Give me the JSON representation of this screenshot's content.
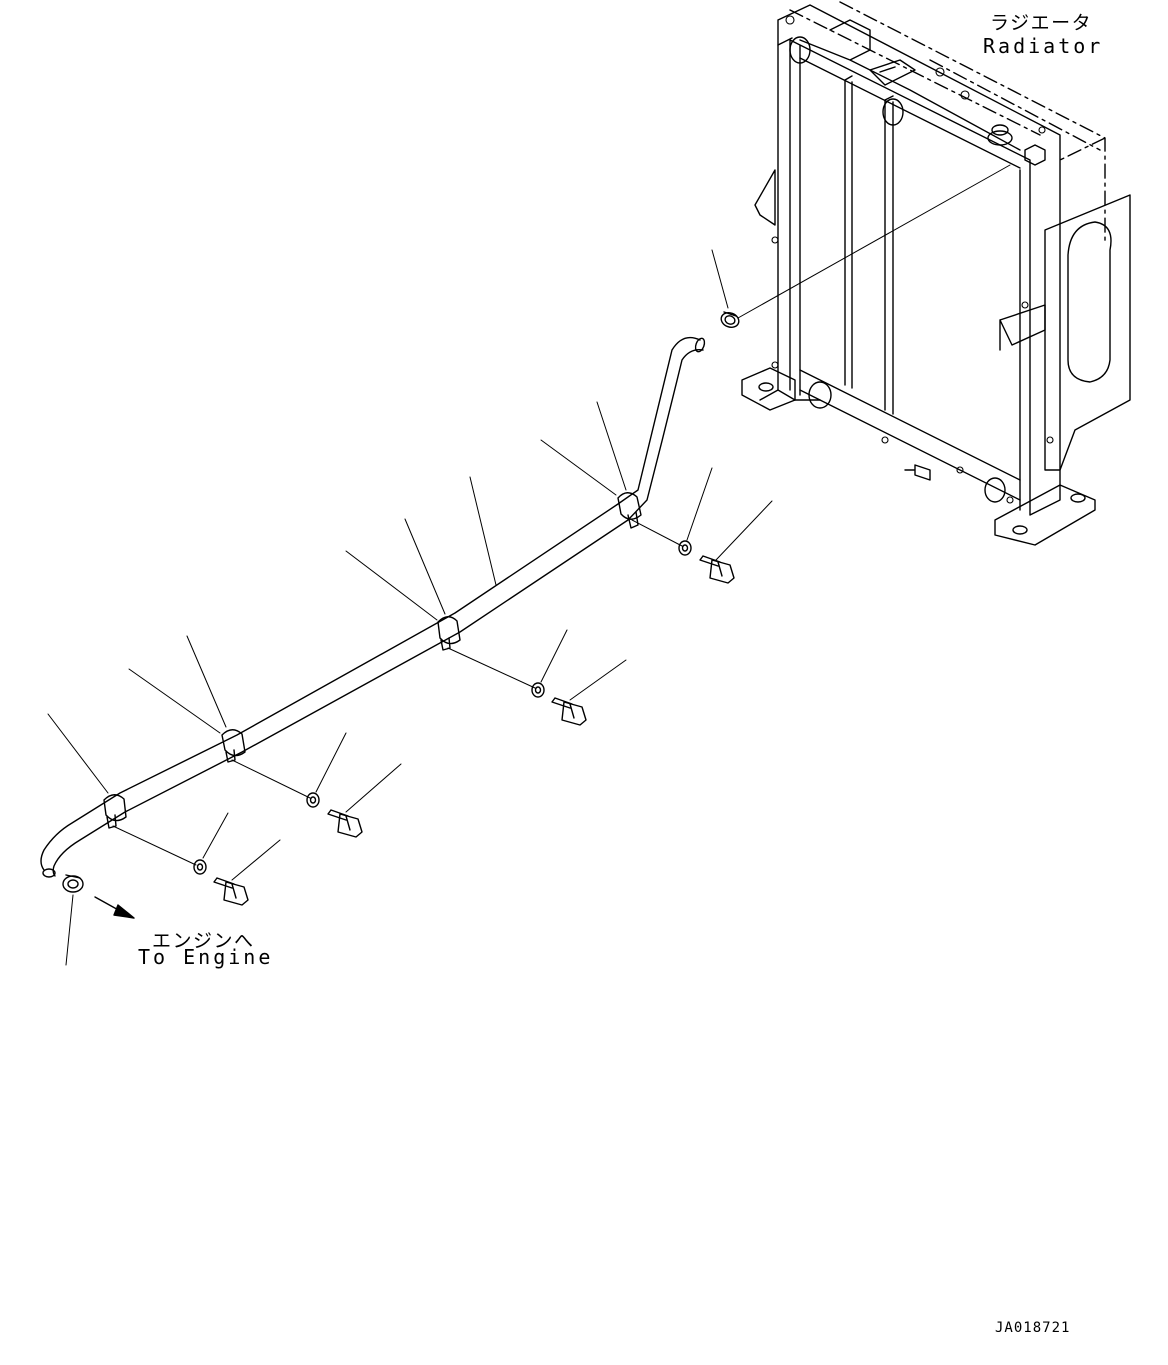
{
  "labels": {
    "radiator_jp": "ラジエータ",
    "radiator_en": "Radiator",
    "engine_jp": "エンジンへ",
    "engine_en": "To Engine",
    "drawing_code": "JA018721"
  },
  "colors": {
    "line": "#000000",
    "background": "#ffffff"
  }
}
